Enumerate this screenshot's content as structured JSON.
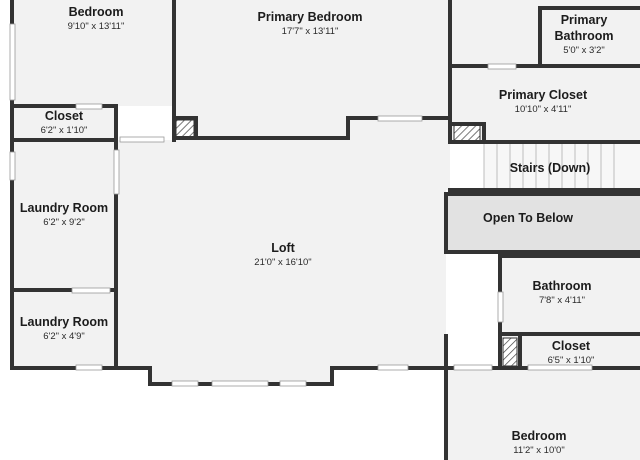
{
  "rooms": {
    "bedroom_nw": {
      "name": "Bedroom",
      "dims": "9'10\" x 13'11\""
    },
    "primary_bedroom": {
      "name": "Primary Bedroom",
      "dims": "17'7\" x 13'11\""
    },
    "primary_bathroom": {
      "name_line1": "Primary",
      "name_line2": "Bathroom",
      "dims": "5'0\" x 3'2\""
    },
    "primary_closet": {
      "name": "Primary Closet",
      "dims": "10'10\" x 4'11\""
    },
    "closet_w": {
      "name": "Closet",
      "dims": "6'2\" x 1'10\""
    },
    "stairs": {
      "name": "Stairs (Down)"
    },
    "open_to_below": {
      "name": "Open To Below"
    },
    "laundry_room_1": {
      "name": "Laundry Room",
      "dims": "6'2\" x 9'2\""
    },
    "loft": {
      "name": "Loft",
      "dims": "21'0\" x 16'10\""
    },
    "bathroom": {
      "name": "Bathroom",
      "dims": "7'8\" x 4'11\""
    },
    "laundry_room_2": {
      "name": "Laundry Room",
      "dims": "6'2\" x 4'9\""
    },
    "closet_e": {
      "name": "Closet",
      "dims": "6'5\" x 1'10\""
    },
    "bedroom_se": {
      "name": "Bedroom",
      "dims": "11'2\" x 10'0\""
    }
  },
  "colors": {
    "wall": "#333333",
    "floor": "#f2f2f2",
    "open_area": "#e2e2e2",
    "background": "#ffffff"
  }
}
